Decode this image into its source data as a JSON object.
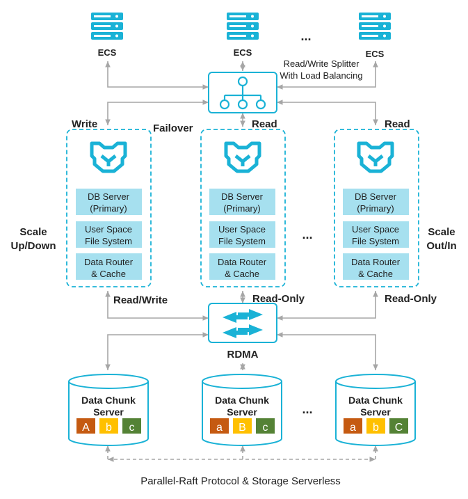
{
  "top": {
    "ecs_labels": [
      "ECS",
      "ECS",
      "ECS"
    ],
    "ellipsis": "...",
    "splitter_line1": "Read/Write Splitter",
    "splitter_line2": "With Load Balancing"
  },
  "links": {
    "write": "Write",
    "failover": "Failover",
    "read_middle": "Read",
    "read_right": "Read"
  },
  "side": {
    "scale_left_1": "Scale",
    "scale_left_2": "Up/Down",
    "scale_right_1": "Scale",
    "scale_right_2": "Out/In"
  },
  "nodes": [
    {
      "db_server": "DB Server",
      "role": "(Primary)",
      "fs_line1": "User Space",
      "fs_line2": "File System",
      "router_line1": "Data Router",
      "router_line2": "& Cache"
    },
    {
      "db_server": "DB Server",
      "role": "(Primary)",
      "fs_line1": "User Space",
      "fs_line2": "File System",
      "router_line1": "Data Router",
      "router_line2": "& Cache"
    },
    {
      "db_server": "DB Server",
      "role": "(Primary)",
      "fs_line1": "User Space",
      "fs_line2": "File System",
      "router_line1": "Data Router",
      "router_line2": "& Cache"
    }
  ],
  "middle_ellipsis": "...",
  "network": {
    "read_write": "Read/Write",
    "read_only_middle": "Read-Only",
    "read_only_right": "Read-Only",
    "rdma": "RDMA"
  },
  "storage": [
    {
      "line1": "Data Chunk",
      "line2": "Server",
      "chunks": [
        "A",
        "b",
        "c"
      ]
    },
    {
      "line1": "Data Chunk",
      "line2": "Server",
      "chunks": [
        "a",
        "B",
        "c"
      ]
    },
    {
      "line1": "Data Chunk",
      "line2": "Server",
      "chunks": [
        "a",
        "b",
        "C"
      ]
    }
  ],
  "storage_ellipsis": "...",
  "footer": "Parallel-Raft Protocol & Storage Serverless",
  "colors": {
    "accent": "#1ab2d6",
    "light_box": "#a6e0ef",
    "arrow": "#a6a6a6",
    "chunk_orange": "#c55a11",
    "chunk_yellow": "#ffc000",
    "chunk_green": "#548235"
  }
}
